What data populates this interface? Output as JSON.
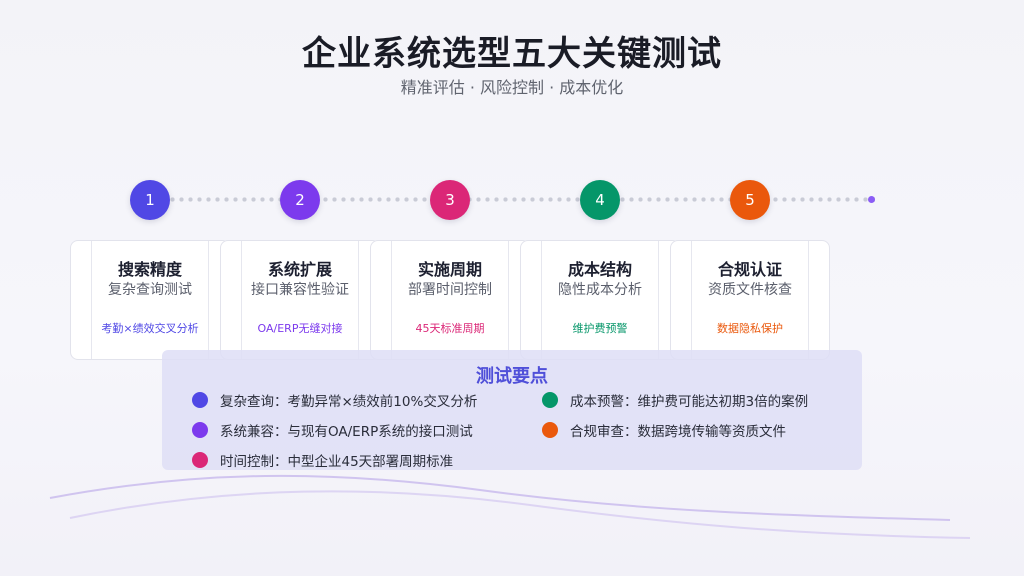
{
  "header": {
    "title": "企业系统选型五大关键测试",
    "subtitle": "精准评估 · 风险控制 · 成本优化"
  },
  "colors": {
    "step1": "#5048e5",
    "step2": "#7c3aed",
    "step3": "#db2777",
    "step4": "#059669",
    "step5": "#ea580c",
    "panel_title": "#4f4fd9"
  },
  "steps": [
    {
      "number": "1",
      "title": "搜索精度",
      "subtitle": "复杂查询测试",
      "tag": "考勤×绩效交叉分析"
    },
    {
      "number": "2",
      "title": "系统扩展",
      "subtitle": "接口兼容性验证",
      "tag": "OA/ERP无缝对接"
    },
    {
      "number": "3",
      "title": "实施周期",
      "subtitle": "部署时间控制",
      "tag": "45天标准周期"
    },
    {
      "number": "4",
      "title": "成本结构",
      "subtitle": "隐性成本分析",
      "tag": "维护费预警"
    },
    {
      "number": "5",
      "title": "合规认证",
      "subtitle": "资质文件核查",
      "tag": "数据隐私保护"
    }
  ],
  "key_points": {
    "title": "测试要点",
    "items": [
      {
        "text": "复杂查询：考勤异常×绩效前10%交叉分析"
      },
      {
        "text": "系统兼容：与现有OA/ERP系统的接口测试"
      },
      {
        "text": "时间控制：中型企业45天部署周期标准"
      },
      {
        "text": "成本预警：维护费可能达初期3倍的案例"
      },
      {
        "text": "合规审查：数据跨境传输等资质文件"
      }
    ]
  }
}
